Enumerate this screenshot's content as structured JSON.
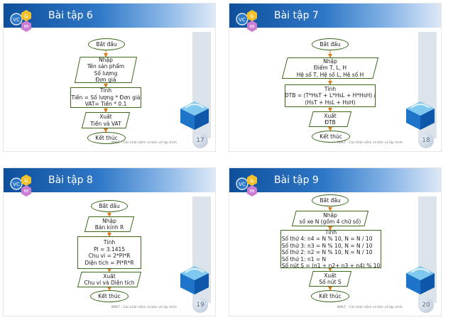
{
  "logo": {
    "text": "VC",
    "mark": "&",
    "badge": "BB"
  },
  "footer_text": "NMLT - Các khái niệm cơ bản về lập trình",
  "slides": [
    {
      "title": "Bài tập 6",
      "page": "17",
      "start": "Bắt đầu",
      "input": [
        "Nhập",
        "Tên sản phẩm",
        "Số lượng",
        "Đơn giá"
      ],
      "process": [
        "Tính",
        "Tiền = Số lượng * Đơn giá",
        "VAT= Tiền * 0.1"
      ],
      "output": [
        "Xuất",
        "Tiền và VAT"
      ],
      "end": "Kết thúc"
    },
    {
      "title": "Bài tập 7",
      "page": "18",
      "start": "Bắt đầu",
      "input": [
        "Nhập",
        "Điểm T, L, H",
        "Hệ số T, Hệ số L, Hệ số H"
      ],
      "process": [
        "Tính",
        "ĐTB = (T*HsT + L*HsL + H*HsH) /",
        "(HsT + HsL + HsH)"
      ],
      "output": [
        "Xuất",
        "ĐTB"
      ],
      "end": "Kết thúc"
    },
    {
      "title": "Bài tập 8",
      "page": "19",
      "start": "Bắt đầu",
      "input": [
        "Nhập",
        "Bán kính R"
      ],
      "process": [
        "Tính",
        "PI = 3.1415",
        "Chu vi = 2*PI*R",
        "Diện tích = PI*R*R"
      ],
      "output": [
        "Xuất",
        "Chu vi và Diện tích"
      ],
      "end": "Kết thúc"
    },
    {
      "title": "Bài tập 9",
      "page": "20",
      "start": "Bắt đầu",
      "input": [
        "Nhập",
        "số xe N (gồm 4 chữ số)"
      ],
      "process": [
        "Tính",
        "Số thứ 4: n4 = N % 10, N = N / 10",
        "Số thứ 3: n3 = N % 10, N = N / 10",
        "Số thứ 2: n2 = N % 10, N = N / 10",
        "Số thứ 1: n1 = N",
        "Số nút S = (n1 + n2+ n3 + n4) % 10"
      ],
      "output": [
        "Xuất",
        "Số nút S"
      ],
      "end": "Kết thúc"
    }
  ],
  "colors": {
    "header_dark": "#0d4f9b",
    "node_border": "#3b6a1d",
    "arrow": "#e07b1f"
  }
}
